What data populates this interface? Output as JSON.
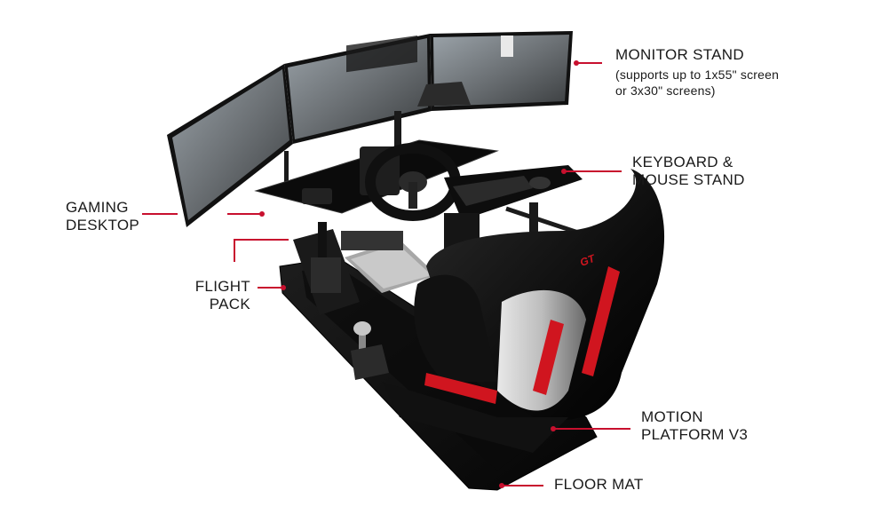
{
  "labels": {
    "monitor_stand": {
      "title": "MONITOR STAND",
      "detail_1": "(supports up to 1x55\" screen",
      "detail_2": "or 3x30\" screens)"
    },
    "keyboard_mouse": {
      "line_1": "KEYBOARD &",
      "line_2": "MOUSE STAND"
    },
    "gaming_desktop": {
      "line_1": "GAMING",
      "line_2": "DESKTOP"
    },
    "flight_pack": {
      "line_1": "FLIGHT",
      "line_2": "PACK"
    },
    "motion_platform": {
      "line_1": "MOTION",
      "line_2": "PLATFORM V3"
    },
    "floor_mat": {
      "line_1": "FLOOR MAT"
    }
  },
  "product_image": {
    "seat_logo": "GT"
  },
  "colors": {
    "leader": "#c8102e",
    "seat_accent": "#d0151f",
    "frame": "#111111"
  }
}
